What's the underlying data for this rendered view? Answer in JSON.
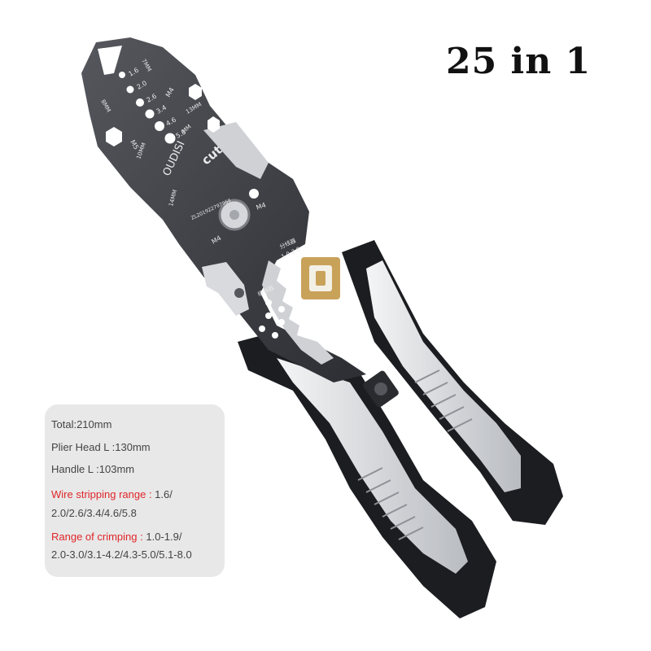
{
  "headline": "25 in 1",
  "engraving": {
    "brand": "OUDISI",
    "cut": "cut",
    "sizes": [
      "1.6",
      "2.0",
      "2.6",
      "3.4",
      "4.6",
      "5.8"
    ],
    "mm_labels": [
      "7MM",
      "8MM",
      "13MM",
      "10MM",
      "MM",
      "14MM"
    ],
    "screw_labels": [
      "M4",
      "M5",
      "M4",
      "M4"
    ],
    "serial": "ZL201922797964",
    "wire_range": "1.0-3.0",
    "cn_label_1": "分线器",
    "cn_label_2": "绕线器"
  },
  "specs": {
    "total": "Total:210mm",
    "head": "Plier Head L :130mm",
    "handle": "Handle L :103mm",
    "strip_label": "Wire stripping range :",
    "strip_value_1": " 1.6/",
    "strip_value_2": "2.0/2.6/3.4/4.6/5.8",
    "crimp_label": "Range of crimping :",
    "crimp_value_1": " 1.0-1.9/",
    "crimp_value_2": "2.0-3.0/3.1-4.2/4.3-5.0/5.1-8.0"
  },
  "colors": {
    "steel": "#3c3e44",
    "handle": "#1c1d21",
    "grip": "#d6d8dc",
    "accent_red": "#e0262a",
    "brass": "#c9a25a"
  }
}
